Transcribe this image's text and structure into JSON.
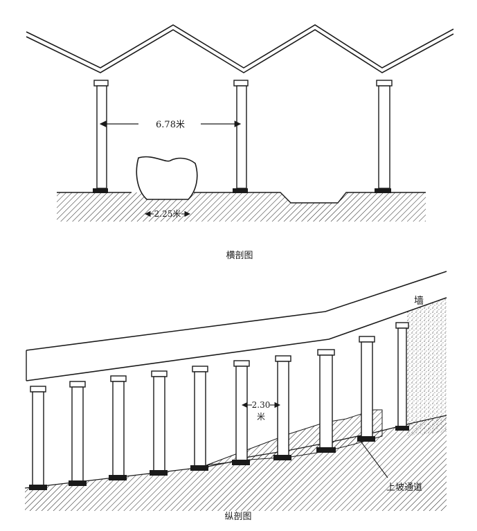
{
  "cross_section": {
    "caption": "横剖图",
    "dimension_span": "6.78米",
    "dimension_pit": "2.25米"
  },
  "longitudinal_section": {
    "caption": "纵剖图",
    "label_wall": "墙",
    "dimension_span_value": "2.30",
    "dimension_span_unit": "米",
    "label_ramp": "上坡通道"
  },
  "colors": {
    "ink": "#1a1a1a",
    "paper": "#ffffff"
  }
}
